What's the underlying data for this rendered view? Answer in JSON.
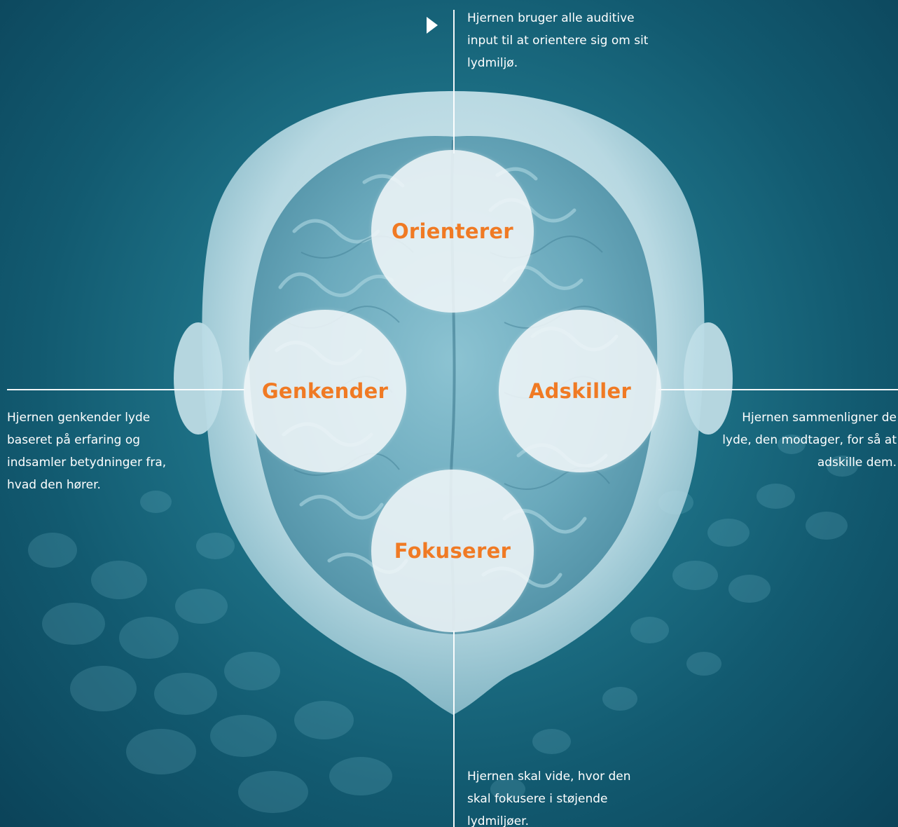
{
  "diagram": {
    "nodes": {
      "orienterer": "Orienterer",
      "genkender": "Genkender",
      "adskiller": "Adskiller",
      "fokuserer": "Fokuserer"
    },
    "descriptions": {
      "top": "Hjernen bruger alle auditive input til at orientere sig om sit lydmiljø.",
      "left": "Hjernen genkender lyde baseret på erfaring og indsamler betydninger fra, hvad den hører.",
      "right": "Hjernen sammenligner de lyde, den modtager, for så at adskille dem.",
      "bottom": "Hjernen skal vide, hvor den skal fokusere i støjende lydmiljøer."
    },
    "colors": {
      "accent": "#f07a24",
      "background": "#1f7489",
      "circle_fill": "#f0f6f8",
      "text": "#ffffff"
    },
    "icons": [
      "play-arrow-icon"
    ]
  }
}
